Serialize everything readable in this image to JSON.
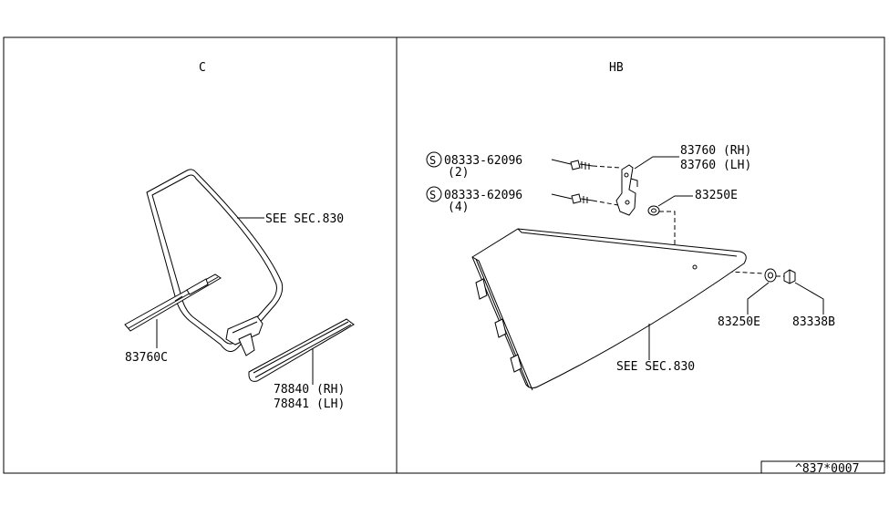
{
  "panels": {
    "left": {
      "title": "C",
      "labels": {
        "see_sec": "SEE SEC.830",
        "part_83760c": "83760C",
        "part_78840": "78840 (RH)",
        "part_78841": "78841 (LH)"
      }
    },
    "right": {
      "title": "HB",
      "labels": {
        "screw1_num": "08333-62096",
        "screw1_qty": "(2)",
        "screw2_num": "08333-62096",
        "screw2_qty": "(4)",
        "screw_symbol": "S",
        "hinge_rh": "83760 (RH)",
        "hinge_lh": "83760 (LH)",
        "grommet_top": "83250E",
        "grommet_bottom": "83250E",
        "cap": "83338B",
        "see_sec": "SEE SEC.830"
      }
    }
  },
  "footer": {
    "code": "^837*0007"
  }
}
